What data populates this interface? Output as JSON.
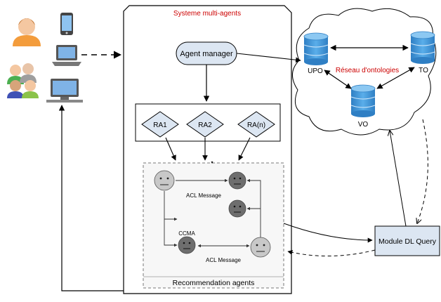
{
  "system": {
    "title": "Systeme multi-agents"
  },
  "agent_manager": {
    "label": "Agent manager"
  },
  "recommendation_agents": {
    "items": [
      "RA1",
      "RA2",
      "RA(n)"
    ]
  },
  "recommendation_panel": {
    "title": "Recommendation agents",
    "message_top": "ACL Message",
    "message_bottom": "ACL Message",
    "ccma_label": "CCMA"
  },
  "ontology_network": {
    "title": "Réseau d'ontologies",
    "nodes": [
      "UPO",
      "TO",
      "VO"
    ]
  },
  "module": {
    "label": "Module DL Query"
  },
  "colors": {
    "title_red": "#cc0000",
    "agent_fill": "#dce6f2",
    "db_blue": "#3b8fd6",
    "face_light": "#c8c8c8",
    "face_dark": "#6e6e6e"
  },
  "icons": [
    "users-icon",
    "mobile-phone-icon",
    "laptop-icon",
    "desktop-computer-icon",
    "database-icon",
    "smiley-face-icon"
  ]
}
